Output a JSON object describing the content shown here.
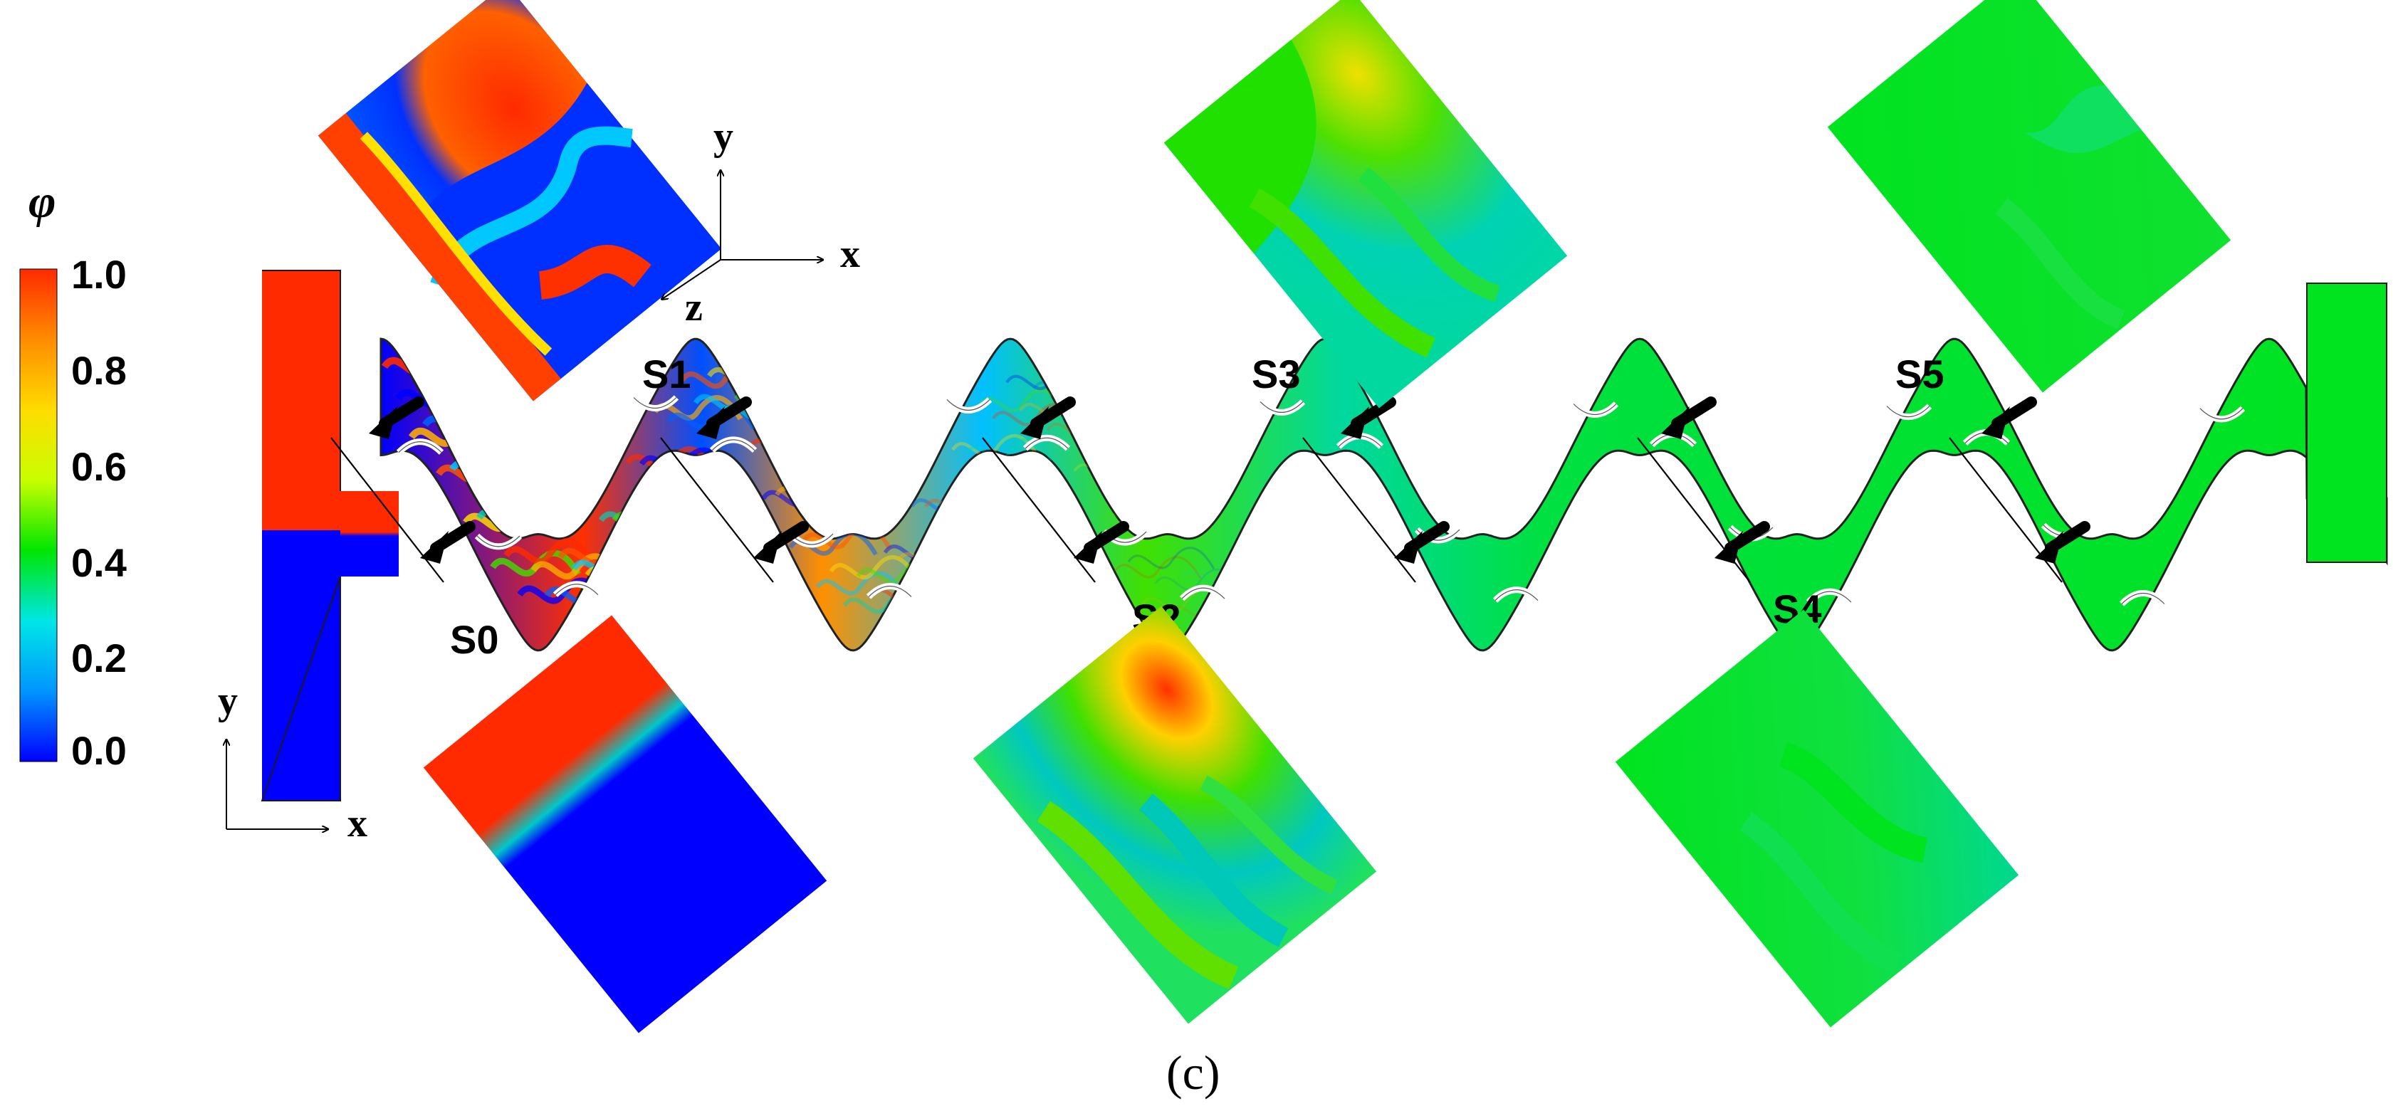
{
  "colorbar": {
    "symbol": "φ",
    "ticks": [
      "1.0",
      "0.8",
      "0.6",
      "0.4",
      "0.2",
      "0.0"
    ],
    "colors": [
      "#0000ff",
      "#0096ff",
      "#00e6e6",
      "#00e600",
      "#c8ff00",
      "#ffdc00",
      "#ff8c00",
      "#ff2a00"
    ]
  },
  "axes": {
    "triad": {
      "y": "y",
      "x": "x",
      "z": "z"
    },
    "inlet": {
      "y": "y",
      "x": "x"
    }
  },
  "sections": [
    "S0",
    "S1",
    "S2",
    "S3",
    "S4",
    "S5"
  ],
  "caption": "(c)",
  "field_colors": {
    "red": "#ff2a00",
    "blue": "#0000ff",
    "green": "#00e31f",
    "cyan": "#00d2b4",
    "yellow": "#f5d200"
  }
}
